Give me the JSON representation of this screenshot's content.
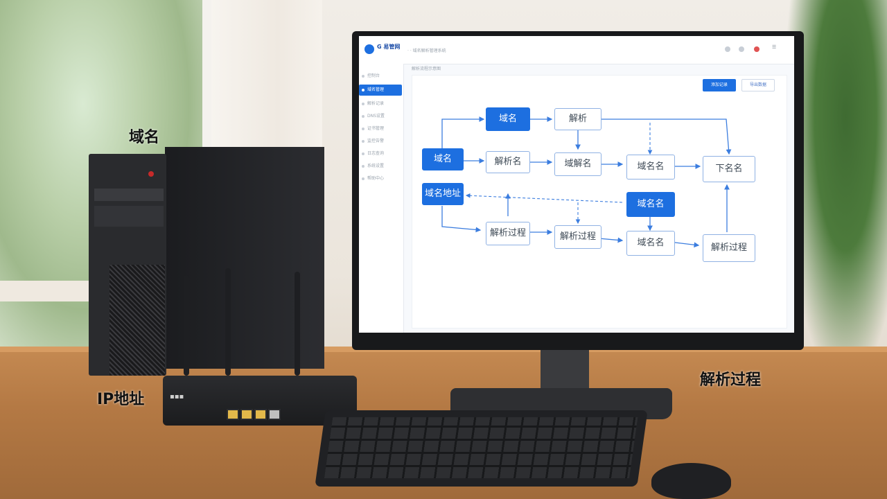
{
  "photo_labels": {
    "domain": "域名",
    "ip_address": "IP地址",
    "resolution": "解析过程"
  },
  "app": {
    "logo_text": "G 易管网",
    "breadcrumb": "· · 域名解析管理系统",
    "content_title": "解析流程示意图",
    "primary_button": "添加记录",
    "secondary_button": "导出数据",
    "sidebar": [
      {
        "label": "控制台",
        "active": false
      },
      {
        "label": "域名管理",
        "active": true
      },
      {
        "label": "解析记录",
        "active": false
      },
      {
        "label": "DNS设置",
        "active": false
      },
      {
        "label": "证书管理",
        "active": false
      },
      {
        "label": "监控告警",
        "active": false
      },
      {
        "label": "日志查询",
        "active": false
      },
      {
        "label": "系统设置",
        "active": false
      },
      {
        "label": "帮助中心",
        "active": false
      }
    ],
    "flow_nodes": [
      {
        "id": "n1",
        "label": "域名",
        "style": "blue"
      },
      {
        "id": "n2",
        "label": "解析",
        "style": "white"
      },
      {
        "id": "n3",
        "label": "域名",
        "style": "blue"
      },
      {
        "id": "n4",
        "label": "解析名",
        "style": "white"
      },
      {
        "id": "n5",
        "label": "域解名",
        "style": "white"
      },
      {
        "id": "n6",
        "label": "域名名",
        "style": "white"
      },
      {
        "id": "n7",
        "label": "下名名",
        "style": "white"
      },
      {
        "id": "n8",
        "label": "域名地址",
        "style": "blue"
      },
      {
        "id": "n9",
        "label": "域名名",
        "style": "blue"
      },
      {
        "id": "n10",
        "label": "解析过程",
        "style": "white"
      },
      {
        "id": "n11",
        "label": "解析过程",
        "style": "white"
      },
      {
        "id": "n12",
        "label": "域名名",
        "style": "white"
      },
      {
        "id": "n13",
        "label": "解析过程",
        "style": "white"
      }
    ]
  },
  "colors": {
    "accent": "#1d6fe0",
    "node_border": "#8fb1e3",
    "arrow": "#3b7ddf"
  }
}
